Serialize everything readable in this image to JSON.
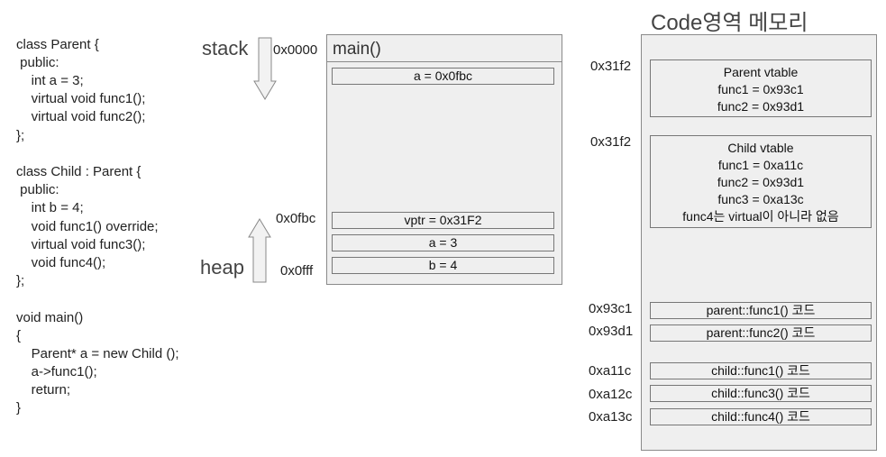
{
  "code": {
    "lines": [
      "class Parent {",
      " public:",
      "    int a = 3;",
      "    virtual void func1();",
      "    virtual void func2();",
      "};",
      "",
      "class Child : Parent {",
      " public:",
      "    int b = 4;",
      "    void func1() override;",
      "    virtual void func3();",
      "    void func4();",
      "};",
      "",
      "void main()",
      "{",
      "    Parent* a = new Child ();",
      "    a->func1();",
      "    return;",
      "}"
    ]
  },
  "memory": {
    "stack_label": "stack",
    "heap_label": "heap",
    "addr_top": "0x0000",
    "addr_fbc": "0x0fbc",
    "addr_fff": "0x0fff",
    "frame_title": "main()",
    "stack_var": "a = 0x0fbc",
    "heap_cells": [
      "vptr = 0x31F2",
      "a = 3",
      "b = 4"
    ]
  },
  "code_area": {
    "title": "Code영역 메모리",
    "parent_vtable": {
      "addr": "0x31f2",
      "lines": [
        "Parent vtable",
        "func1 = 0x93c1",
        "func2 = 0x93d1"
      ]
    },
    "child_vtable": {
      "addr": "0x31f2",
      "lines": [
        "Child vtable",
        "func1 = 0xa11c",
        "func2 = 0x93d1",
        "func3 = 0xa13c",
        "func4는 virtual이 아니라 없음"
      ]
    },
    "functions": [
      {
        "addr": "0x93c1",
        "label": "parent::func1() 코드"
      },
      {
        "addr": "0x93d1",
        "label": "parent::func2() 코드"
      },
      {
        "addr": "0xa11c",
        "label": "child::func1() 코드"
      },
      {
        "addr": "0xa12c",
        "label": "child::func3() 코드"
      },
      {
        "addr": "0xa13c",
        "label": "child::func4() 코드"
      }
    ]
  }
}
